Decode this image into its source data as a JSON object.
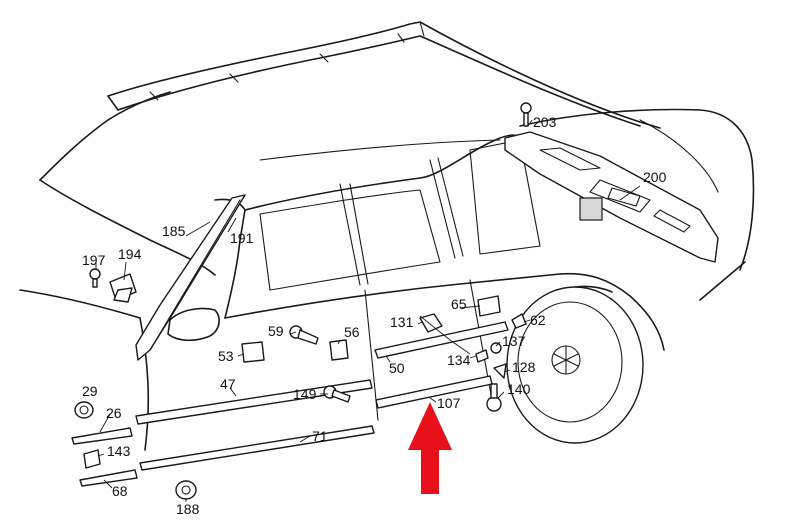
{
  "callouts": [
    {
      "id": "203",
      "text": "203"
    },
    {
      "id": "200",
      "text": "200"
    },
    {
      "id": "185",
      "text": "185"
    },
    {
      "id": "191",
      "text": "191"
    },
    {
      "id": "197",
      "text": "197"
    },
    {
      "id": "194",
      "text": "194"
    },
    {
      "id": "65",
      "text": "65"
    },
    {
      "id": "131",
      "text": "131"
    },
    {
      "id": "62",
      "text": "62"
    },
    {
      "id": "59",
      "text": "59"
    },
    {
      "id": "56",
      "text": "56"
    },
    {
      "id": "137",
      "text": "137"
    },
    {
      "id": "53",
      "text": "53"
    },
    {
      "id": "134",
      "text": "134"
    },
    {
      "id": "50",
      "text": "50"
    },
    {
      "id": "128",
      "text": "128"
    },
    {
      "id": "47",
      "text": "47"
    },
    {
      "id": "29",
      "text": "29"
    },
    {
      "id": "149",
      "text": "149"
    },
    {
      "id": "140",
      "text": "140"
    },
    {
      "id": "107",
      "text": "107"
    },
    {
      "id": "26",
      "text": "26"
    },
    {
      "id": "71",
      "text": "71"
    },
    {
      "id": "143",
      "text": "143"
    },
    {
      "id": "68",
      "text": "68"
    },
    {
      "id": "188",
      "text": "188"
    }
  ],
  "colors": {
    "line": "#1a1a1a",
    "highlight_arrow": "#e8101a",
    "background": "#ffffff"
  }
}
